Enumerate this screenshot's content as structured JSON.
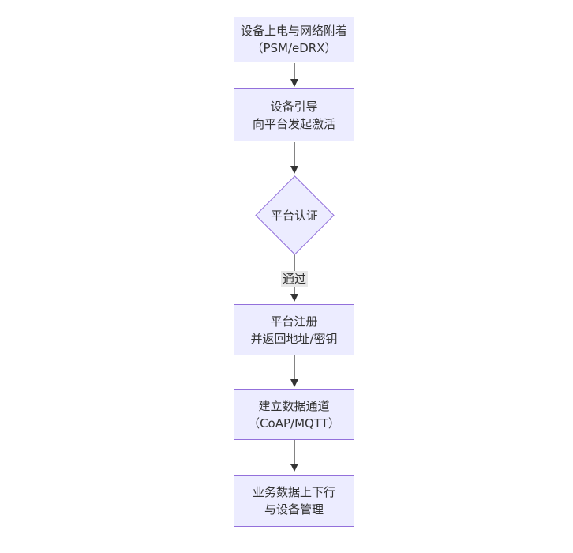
{
  "diagram": {
    "type": "flowchart",
    "direction": "top-down",
    "nodes": [
      {
        "id": "A",
        "shape": "rect",
        "line1": "设备上电与网络附着",
        "line2": "（PSM/eDRX）"
      },
      {
        "id": "B",
        "shape": "rect",
        "line1": "设备引导",
        "line2": "向平台发起激活"
      },
      {
        "id": "C",
        "shape": "diamond",
        "line1": "平台认证",
        "line2": ""
      },
      {
        "id": "D",
        "shape": "rect",
        "line1": "平台注册",
        "line2": "并返回地址/密钥"
      },
      {
        "id": "E",
        "shape": "rect",
        "line1": "建立数据通道",
        "line2": "（CoAP/MQTT）"
      },
      {
        "id": "F",
        "shape": "rect",
        "line1": "业务数据上下行",
        "line2": "与设备管理"
      }
    ],
    "edges": [
      {
        "from": "A",
        "to": "B",
        "label": ""
      },
      {
        "from": "B",
        "to": "C",
        "label": ""
      },
      {
        "from": "C",
        "to": "D",
        "label": "通过"
      },
      {
        "from": "D",
        "to": "E",
        "label": ""
      },
      {
        "from": "E",
        "to": "F",
        "label": ""
      }
    ],
    "colors": {
      "node_fill": "#ECECFF",
      "node_border": "#9370DB",
      "edge": "#333333",
      "text": "#333333",
      "edge_label_bg": "#e8e8e8"
    }
  }
}
